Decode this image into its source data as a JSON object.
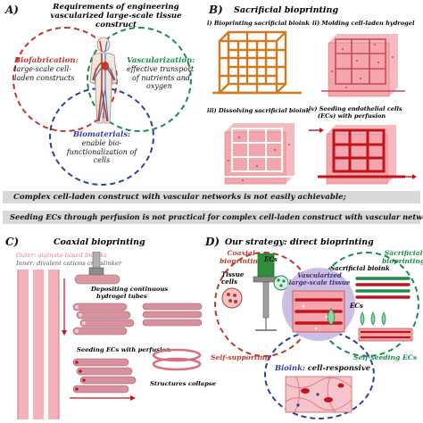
{
  "panel_a": {
    "letter": "A)",
    "title_line1": "Requirements of engineering",
    "title_line2": "vascularized large-scale tissue construct",
    "biofab_head": "Biofabrication:",
    "biofab_text": [
      "large-scale cell-",
      "laden constructs"
    ],
    "vasc_head": "Vascularization:",
    "vasc_text": [
      "effective transport",
      "of nutrients and",
      "oxygen"
    ],
    "biomat_head": "Biomaterials:",
    "biomat_text": [
      "enable bio-",
      "functionalization of",
      "cells"
    ],
    "colors": {
      "red": "#c0392b",
      "green": "#1e8b4c",
      "blue": "#2e3fa0"
    }
  },
  "panel_b": {
    "letter": "B)",
    "title": "Sacrificial bioprinting",
    "step1": "i) Bioprinting sacrificial bioink",
    "step2": "ii) Molding cell-laden hydrogel",
    "step3": "iii) Dissolving sacrificial bioink",
    "step4": [
      "iv) Seeding endothelial cells",
      "(ECs) with perfusion"
    ]
  },
  "banner": {
    "line1": "Complex cell-laden construct with vascular networks is not easily achievable;",
    "line2": "Seeding ECs  through perfusion is not practical for complex cell-laden construct with vascular networks;"
  },
  "panel_c": {
    "letter": "C)",
    "title": "Coaxial bioprinting",
    "outer": "Outer: alginate-based bioinks",
    "inner": "Inner: divalent cations crosslinker",
    "depositing": [
      "Depositing continuous",
      "hydrogel tubes"
    ],
    "seeding": "Seeding ECs with perfusion",
    "collapse": "Structures collapse"
  },
  "panel_d": {
    "letter": "D)",
    "title": "Our strategy: direct bioprinting",
    "coaxial": [
      "Coaxial",
      "bioprinting"
    ],
    "sacrificial": [
      "Sacrificial",
      "bioprinting"
    ],
    "tissue_cells": [
      "Tissue",
      "cells"
    ],
    "ecs_top": "ECs",
    "center": [
      "Vascularized",
      "large-scale tissue"
    ],
    "sacrificial_bioink": "Sacrificial bioink",
    "ecs_right": "ECs",
    "self_supporting": "Self-supporting",
    "self_seeding": "Self-seeding ECs",
    "bioink_head": "Bioink:",
    "bioink_text": "cell-responsive"
  }
}
